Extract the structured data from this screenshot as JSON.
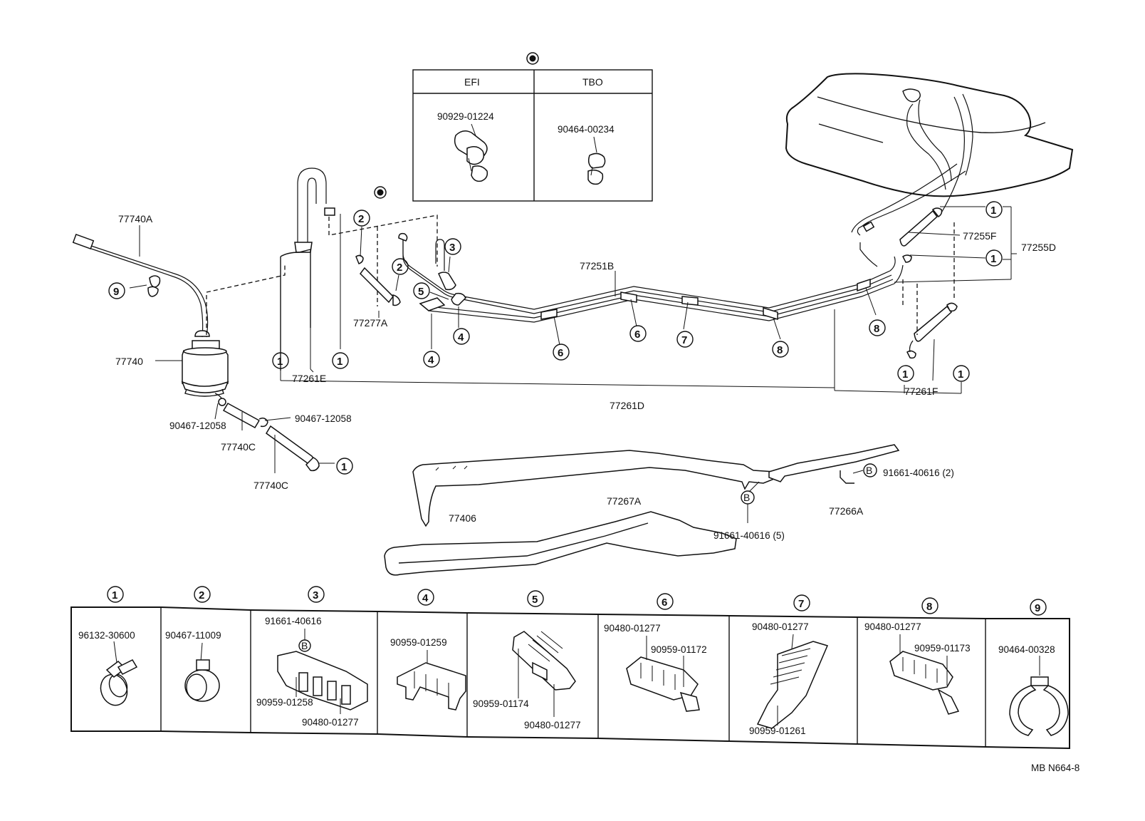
{
  "diagram": {
    "drawing_number": "MB N664-8",
    "inset": {
      "columns": [
        {
          "header": "EFI",
          "part": "90929-01224"
        },
        {
          "header": "TBO",
          "part": "90464-00234"
        }
      ]
    },
    "labels": {
      "l_77740A": "77740A",
      "l_77740": "77740",
      "l_90467_left": "90467-12058",
      "l_90467_right": "90467-12058",
      "l_77740C_a": "77740C",
      "l_77740C_b": "77740C",
      "l_77261E": "77261E",
      "l_77277A": "77277A",
      "l_77251B": "77251B",
      "l_77261D": "77261D",
      "l_77255F": "77255F",
      "l_77255D": "77255D",
      "l_77261F": "77261F",
      "l_77267A": "77267A",
      "l_77266A": "77266A",
      "l_77406": "77406",
      "l_91661_2": "91661-40616 (2)",
      "l_91661_5": "91661-40616 (5)",
      "bolt_mark": "B"
    },
    "callouts": {
      "c1": "1",
      "c2": "2",
      "c3": "3",
      "c4": "4",
      "c5": "5",
      "c6": "6",
      "c7": "7",
      "c8": "8",
      "c9": "9"
    },
    "legend": [
      {
        "number": "1",
        "parts": [
          "96132-30600"
        ]
      },
      {
        "number": "2",
        "parts": [
          "90467-11009"
        ]
      },
      {
        "number": "3",
        "parts": [
          "91661-40616",
          "90959-01258",
          "90480-01277"
        ]
      },
      {
        "number": "4",
        "parts": [
          "90959-01259"
        ]
      },
      {
        "number": "5",
        "parts": [
          "90959-01174",
          "90480-01277"
        ]
      },
      {
        "number": "6",
        "parts": [
          "90480-01277",
          "90959-01172"
        ]
      },
      {
        "number": "7",
        "parts": [
          "90480-01277",
          "90959-01261"
        ]
      },
      {
        "number": "8",
        "parts": [
          "90480-01277",
          "90959-01173"
        ]
      },
      {
        "number": "9",
        "parts": [
          "90464-00328"
        ]
      }
    ]
  }
}
